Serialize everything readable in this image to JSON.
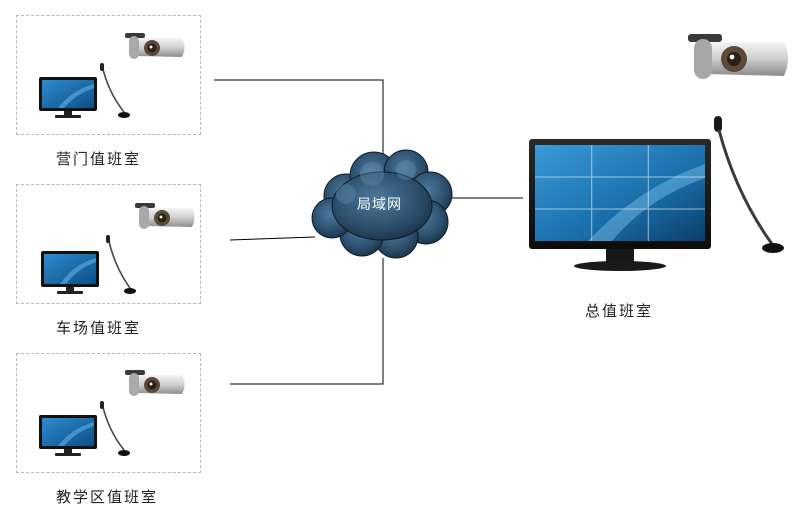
{
  "network": {
    "label": "局域网"
  },
  "stations": [
    {
      "label": "营门值班室"
    },
    {
      "label": "车场值班室"
    },
    {
      "label": "教学区值班室"
    }
  ],
  "main_station": {
    "label": "总值班室"
  },
  "colors": {
    "cloud_dark": "#1f3d57",
    "cloud_mid": "#3e6a8c",
    "screen_blue": "#1b78b8",
    "line": "#000000"
  },
  "icons": [
    "camera-icon",
    "monitor-icon",
    "microphone-icon",
    "cloud-icon"
  ]
}
